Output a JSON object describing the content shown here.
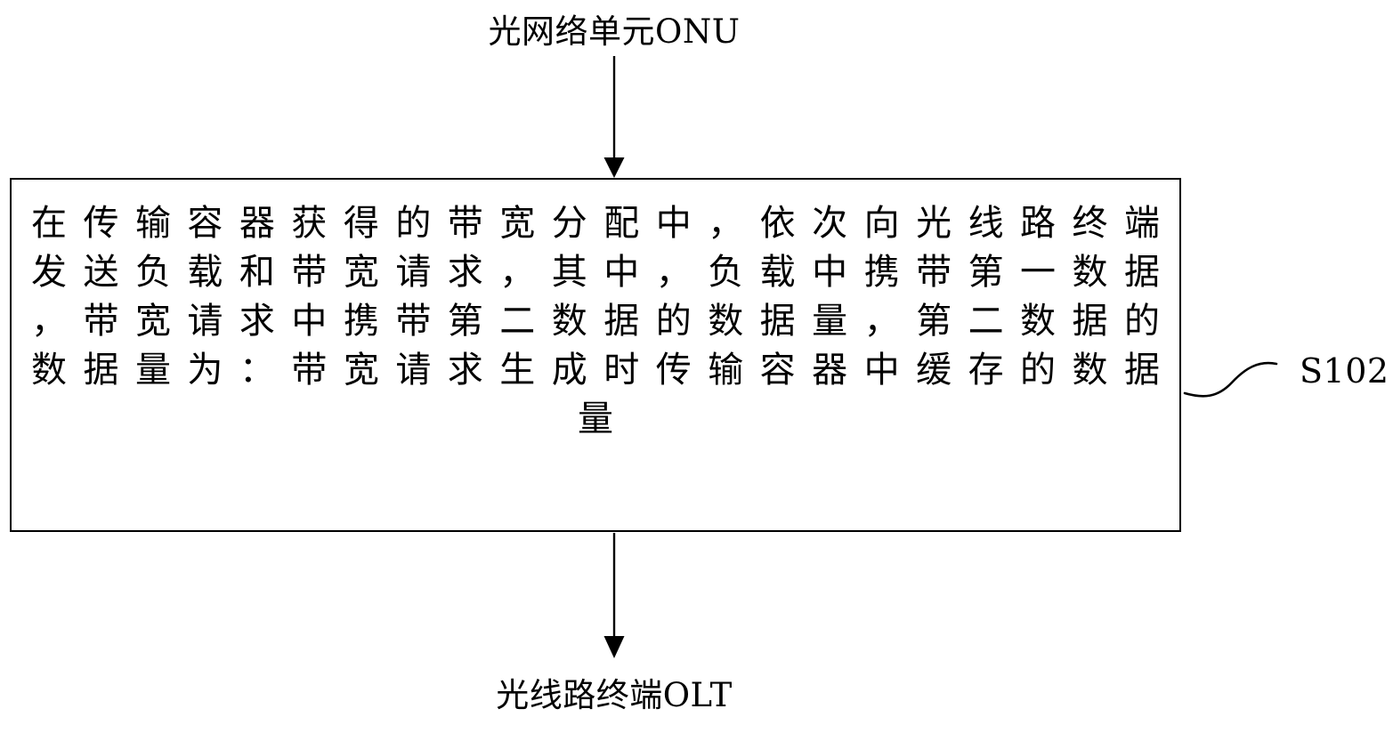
{
  "diagram": {
    "top_endpoint": {
      "label": "光网络单元ONU"
    },
    "bottom_endpoint": {
      "label": "光线路终端OLT"
    },
    "process_step": {
      "reference": "S102",
      "text_lines": [
        "在传输容器获得的带宽分配中，依次向光线路终端",
        "发送负载和带宽请求，其中，负载中携带第一数据",
        "，带宽请求中携带第二数据的数据量，第二数据的",
        "数据量为：带宽请求生成时传输容器中缓存的数据",
        "量"
      ],
      "full_text": "在传输容器获得的带宽分配中，依次向光线路终端发送负载和带宽请求，其中，负载中携带第一数据，带宽请求中携带第二数据的数据量，第二数据的数据量为：带宽请求生成时传输容器中缓存的数据量"
    },
    "connectors": [
      {
        "name": "arrow-onu-to-step",
        "direction": "down",
        "from": "光网络单元ONU",
        "to": "S102"
      },
      {
        "name": "arrow-step-to-olt",
        "direction": "down",
        "from": "S102",
        "to": "光线路终端OLT"
      },
      {
        "name": "leader-line-s102",
        "style": "s-curve",
        "from": "process-box-right-edge",
        "to": "S102"
      }
    ],
    "colors": {
      "stroke": "#000000",
      "background": "#ffffff",
      "text": "#000000"
    }
  }
}
